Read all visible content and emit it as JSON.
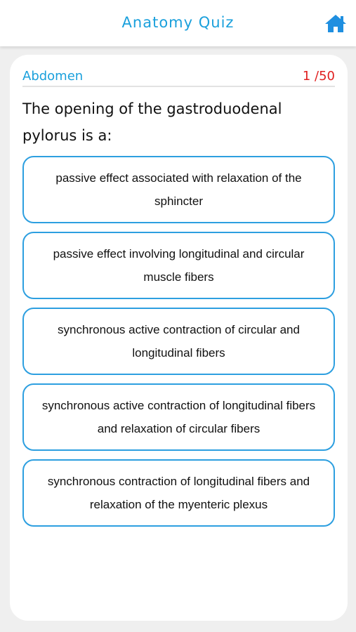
{
  "header": {
    "title": "Anatomy Quiz",
    "home_icon": "home-icon"
  },
  "quiz": {
    "category": "Abdomen",
    "counter": "1 /50",
    "question": "The opening of the gastroduodenal pylorus is a:",
    "answers": [
      {
        "label": "passive effect associated with relaxation of the sphincter"
      },
      {
        "label": "passive effect involving longitudinal and circular muscle fibers"
      },
      {
        "label": "synchronous active contraction of circular and longitudinal fibers"
      },
      {
        "label": "synchronous active contraction of longitudinal fibers and relaxation of circular fibers"
      },
      {
        "label": "synchronous contraction of longitudinal fibers and relaxation of the myenteric plexus"
      }
    ]
  },
  "colors": {
    "accent": "#1aa0dc",
    "answer_border": "#2d9fe0",
    "counter": "#e02020",
    "background": "#efefef"
  }
}
